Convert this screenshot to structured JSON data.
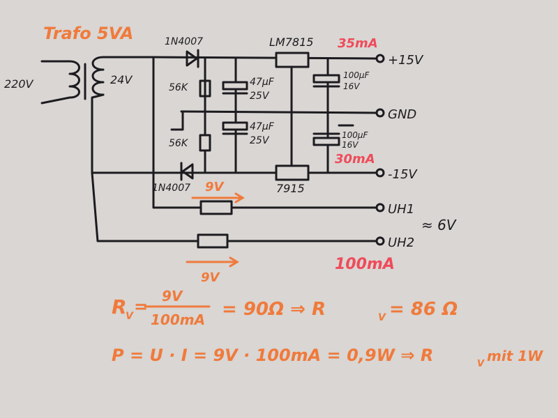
{
  "schematic": {
    "transformer_label": "Trafo 5VA",
    "primary_voltage": "220V",
    "secondary_voltage": "24V",
    "diode_top": "1N4007",
    "diode_bottom": "1N4007",
    "resistor_top": "56K",
    "resistor_bottom": "56K",
    "cap_top": "47µF",
    "cap_top_rating": "25V",
    "cap_bottom": "47µF",
    "cap_bottom_rating": "25V",
    "reg_pos": "LM7815",
    "reg_neg": "7915",
    "cap_out_pos": "100µF",
    "cap_out_pos_rating": "16V",
    "cap_out_neg": "100µF",
    "cap_out_neg_rating": "16V",
    "current_pos": "35mA",
    "current_neg": "30mA",
    "terminal_pos": "+15V",
    "terminal_gnd": "GND",
    "terminal_neg": "-15V",
    "terminal_uh1": "UH1",
    "terminal_uh2": "UH2",
    "uh_voltage": "≈ 6V",
    "drop_top": "9V",
    "drop_bottom": "9V",
    "heater_current": "100mA"
  },
  "formulas": {
    "rv_lhs": "R",
    "rv_sub": "V",
    "rv_eq": "=",
    "rv_num": "9V",
    "rv_den": "100mA",
    "rv_result": "= 90Ω  ⇒  R",
    "rv_sub2": "V",
    "rv_final": "= 86 Ω",
    "power_line": "P = U · I = 9V · 100mA = 0,9W  ⇒  R",
    "power_sub": "V",
    "power_tail": "mit 1W"
  }
}
